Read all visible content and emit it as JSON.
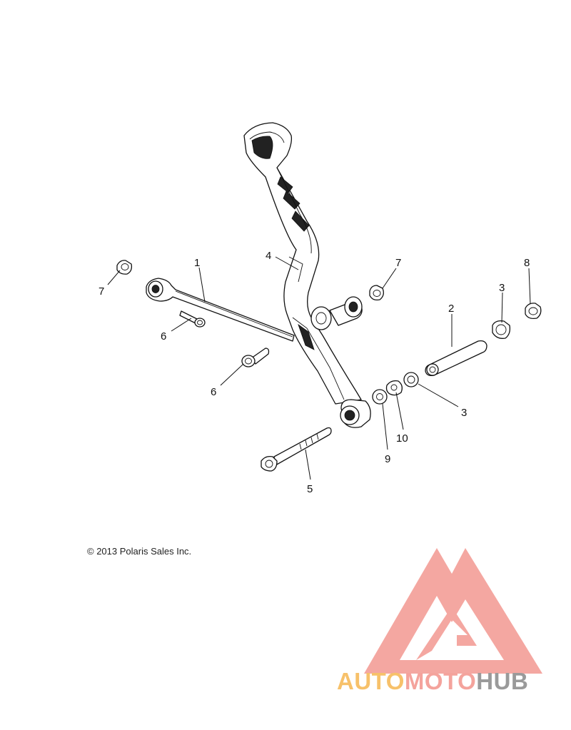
{
  "diagram": {
    "callouts": [
      {
        "id": "c1",
        "text": "1"
      },
      {
        "id": "c2",
        "text": "2"
      },
      {
        "id": "c3a",
        "text": "3"
      },
      {
        "id": "c3b",
        "text": "3"
      },
      {
        "id": "c4",
        "text": "4"
      },
      {
        "id": "c5",
        "text": "5"
      },
      {
        "id": "c6a",
        "text": "6"
      },
      {
        "id": "c6b",
        "text": "6"
      },
      {
        "id": "c7a",
        "text": "7"
      },
      {
        "id": "c7b",
        "text": "7"
      },
      {
        "id": "c8",
        "text": "8"
      },
      {
        "id": "c9",
        "text": "9"
      },
      {
        "id": "c10",
        "text": "10"
      }
    ],
    "copyright": "© 2013 Polaris Sales Inc."
  },
  "watermark": {
    "word_part1": "AUTO",
    "word_part2": "MOTO",
    "word_part3": "HUB",
    "colors": {
      "triangle": "#f4a39c",
      "auto": "#f7c16a",
      "moto": "#f4a39c",
      "hub": "#9a9a9a"
    }
  }
}
